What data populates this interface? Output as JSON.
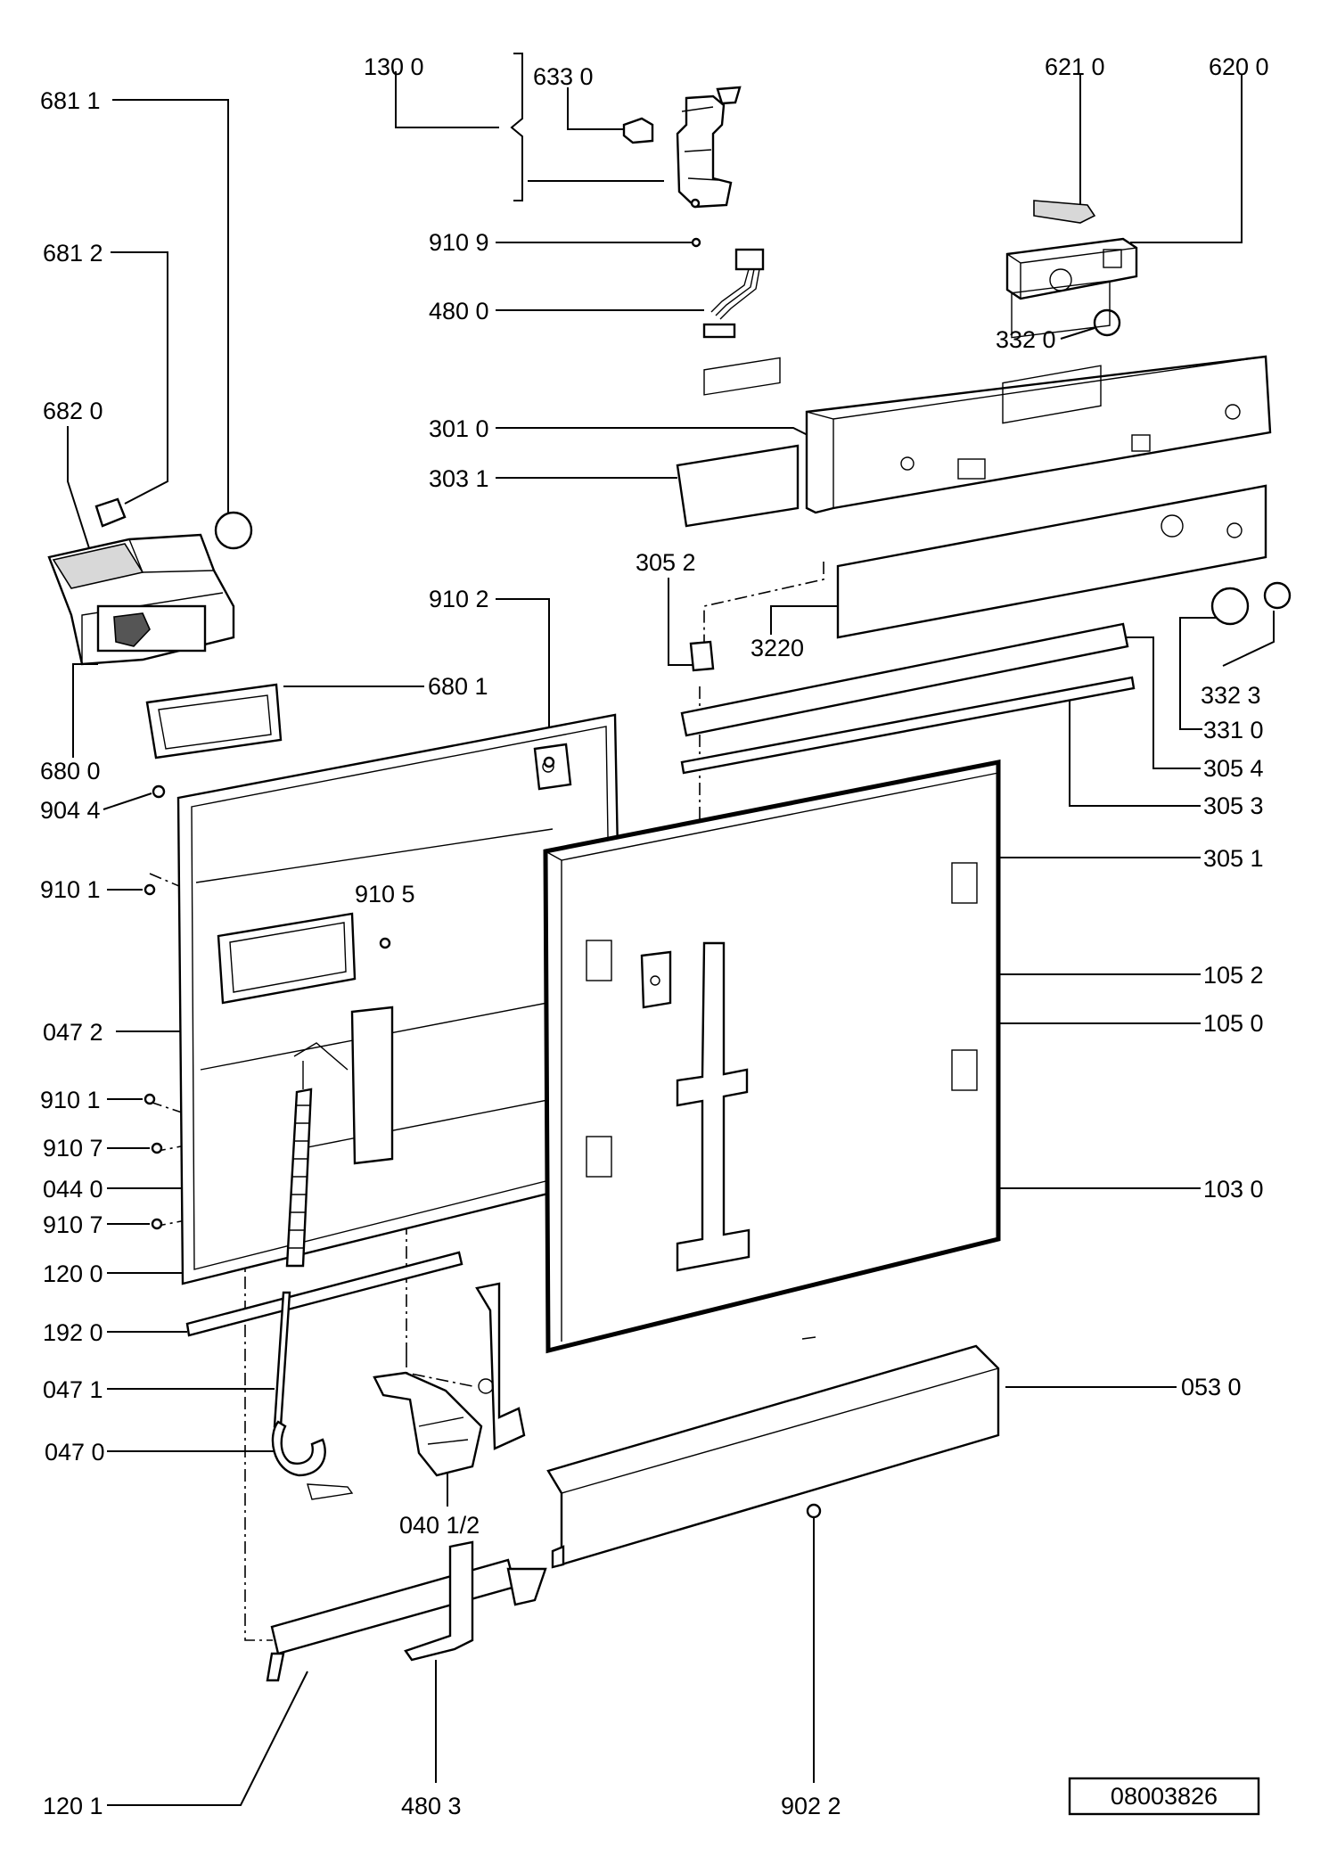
{
  "diagram": {
    "drawing_number": "08003826",
    "labels": {
      "p1300": "130 0",
      "p6330": "633 0",
      "p6811": "681 1",
      "p6210": "621 0",
      "p6200": "620 0",
      "p9109": "910 9",
      "p4800": "480 0",
      "p6812": "681 2",
      "p3320": "332 0",
      "p6820": "682 0",
      "p3010": "301 0",
      "p3031": "303 1",
      "p3052": "305 2",
      "p9102": "910 2",
      "p3220": "3220",
      "p6801": "680 1",
      "p3323": "332 3",
      "p6800": "680 0",
      "p3310": "331 0",
      "p3054": "305 4",
      "p9044": "904 4",
      "p3053": "305 3",
      "p3051": "305 1",
      "p9101a": "910 1",
      "p9105": "910 5",
      "p1052": "105 2",
      "p1050": "105 0",
      "p0472": "047 2",
      "p9101b": "910 1",
      "p9107a": "910 7",
      "p0440": "044 0",
      "p1030": "103 0",
      "p9107b": "910 7",
      "p1200": "120 0",
      "p1920": "192 0",
      "p0530": "053 0",
      "p0471": "047 1",
      "p0470": "047 0",
      "p0401": "040 1/2",
      "p1201": "120 1",
      "p4803": "480 3",
      "p9022": "902 2"
    }
  }
}
